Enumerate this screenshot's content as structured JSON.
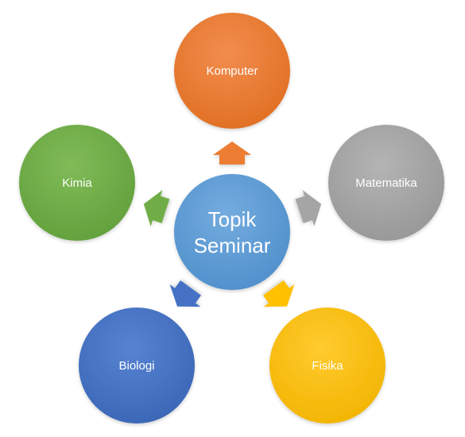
{
  "center": {
    "label_line1": "Topik",
    "label_line2": "Seminar",
    "color": "#5B9BD5"
  },
  "nodes": [
    {
      "key": "komputer",
      "label": "Komputer",
      "color": "#ED7D31"
    },
    {
      "key": "matematika",
      "label": "Matematika",
      "color": "#A5A5A5"
    },
    {
      "key": "fisika",
      "label": "Fisika",
      "color": "#FFC000"
    },
    {
      "key": "biologi",
      "label": "Biologi",
      "color": "#4472C4"
    },
    {
      "key": "kimia",
      "label": "Kimia",
      "color": "#70AD47"
    }
  ]
}
